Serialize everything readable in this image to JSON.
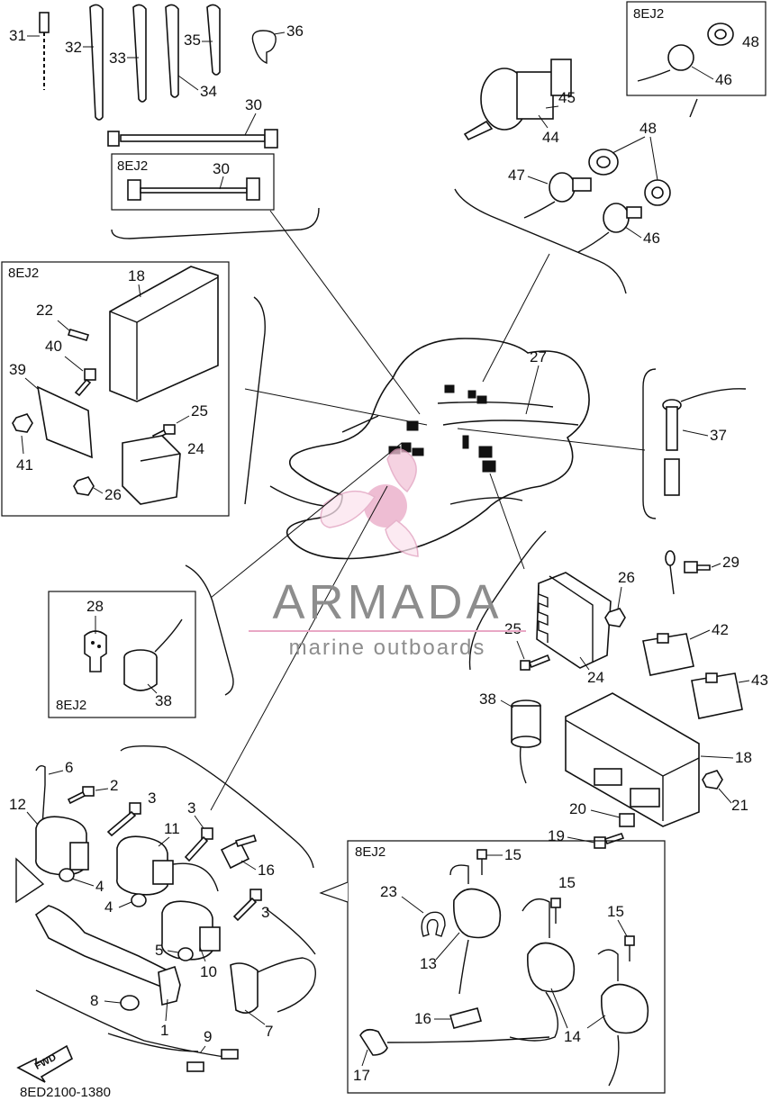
{
  "figure_code": "8ED2100-1380",
  "watermark": {
    "brand": "ARMADA",
    "tagline": "marine outboards",
    "accent_color": "#e9a8c5",
    "text_color": "#8d8d8d"
  },
  "variant_label": "8EJ2",
  "fwd_label": "FWD",
  "callouts": {
    "c1": "1",
    "c2": "2",
    "c3a": "3",
    "c3b": "3",
    "c3c": "3",
    "c4a": "4",
    "c4b": "4",
    "c5": "5",
    "c6": "6",
    "c7": "7",
    "c8": "8",
    "c9": "9",
    "c10": "10",
    "c11": "11",
    "c12": "12",
    "c13": "13",
    "c14": "14",
    "c15a": "15",
    "c15b": "15",
    "c15c": "15",
    "c16a": "16",
    "c16b": "16",
    "c17": "17",
    "c18a": "18",
    "c18b": "18",
    "c19": "19",
    "c20": "20",
    "c21": "21",
    "c22": "22",
    "c23": "23",
    "c24a": "24",
    "c24b": "24",
    "c25a": "25",
    "c25b": "25",
    "c26a": "26",
    "c26b": "26",
    "c27": "27",
    "c28": "28",
    "c29": "29",
    "c30a": "30",
    "c30b": "30",
    "c31": "31",
    "c32": "32",
    "c33": "33",
    "c34": "34",
    "c35": "35",
    "c36": "36",
    "c37": "37",
    "c38a": "38",
    "c38b": "38",
    "c39": "39",
    "c40": "40",
    "c41": "41",
    "c42": "42",
    "c43": "43",
    "c44": "44",
    "c45": "45",
    "c46a": "46",
    "c46b": "46",
    "c47": "47",
    "c48a": "48",
    "c48b": "48"
  }
}
